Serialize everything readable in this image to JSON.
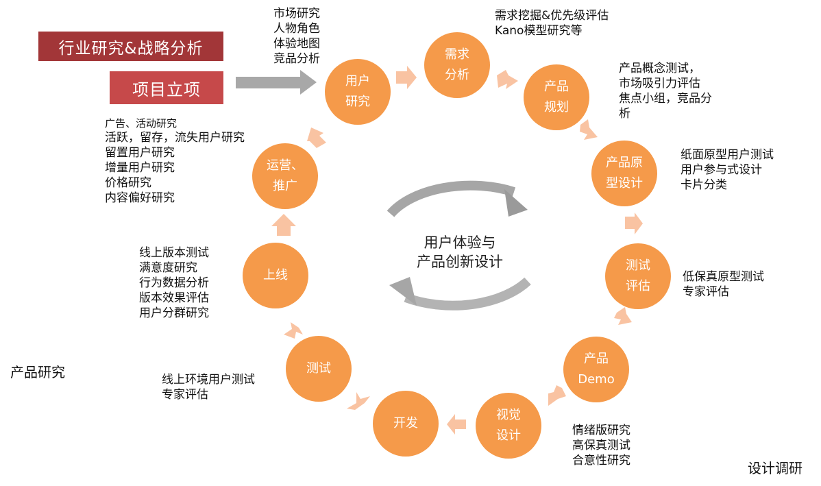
{
  "colors": {
    "node_fill": "#f59a4a",
    "arrow_fill": "#f9c3a2",
    "tag_dark": "#a23638",
    "tag_light": "#c6494a",
    "ring_arrow": "#9e9e9e",
    "text": "#111111"
  },
  "tags": {
    "industry_label": "行业研究&战略分析",
    "project_label": "项目立项"
  },
  "center": {
    "line1": "用户体验与",
    "line2": "产品创新设计"
  },
  "nodes": [
    {
      "id": "user-research",
      "lines": [
        "用户",
        "研究"
      ]
    },
    {
      "id": "demand-analysis",
      "lines": [
        "需求",
        "分析"
      ]
    },
    {
      "id": "product-planning",
      "lines": [
        "产品",
        "规划"
      ]
    },
    {
      "id": "prototype-design",
      "lines": [
        "产品原",
        "型设计"
      ]
    },
    {
      "id": "test-eval",
      "lines": [
        "测试",
        "评估"
      ]
    },
    {
      "id": "product-demo",
      "lines": [
        "产品",
        "Demo"
      ]
    },
    {
      "id": "visual-design",
      "lines": [
        "视觉",
        "设计"
      ]
    },
    {
      "id": "development",
      "lines": [
        "开发"
      ]
    },
    {
      "id": "testing",
      "lines": [
        "测试"
      ]
    },
    {
      "id": "launch",
      "lines": [
        "上线"
      ]
    },
    {
      "id": "operation",
      "lines": [
        "运营、",
        "推广"
      ]
    }
  ],
  "notes": {
    "user_research": [
      "市场研究",
      "人物角色",
      "体验地图",
      "竞品分析"
    ],
    "demand": [
      "需求挖掘&优先级评估",
      "Kano模型研究等"
    ],
    "planning": [
      "产品概念测试，",
      "市场吸引力评估",
      "焦点小组，竞品分",
      "析"
    ],
    "prototype": [
      "纸面原型用户测试",
      "用户参与式设计",
      "卡片分类"
    ],
    "test_eval": [
      "低保真原型测试",
      "专家评估"
    ],
    "visual": [
      "情绪版研究",
      "高保真测试",
      "合意性研究"
    ],
    "testing": [
      "线上环境用户测试",
      "专家评估"
    ],
    "launch": [
      "线上版本测试",
      "满意度研究",
      "行为数据分析",
      "版本效果评估",
      "用户分群研究"
    ],
    "operation_title": "广告、活动研究",
    "operation": [
      "活跃，留存，流失用户研究",
      "留置用户研究",
      "增量用户研究",
      "价格研究",
      "内容偏好研究"
    ]
  },
  "labels": {
    "product_research": "产品研究",
    "design_research": "设计调研"
  }
}
